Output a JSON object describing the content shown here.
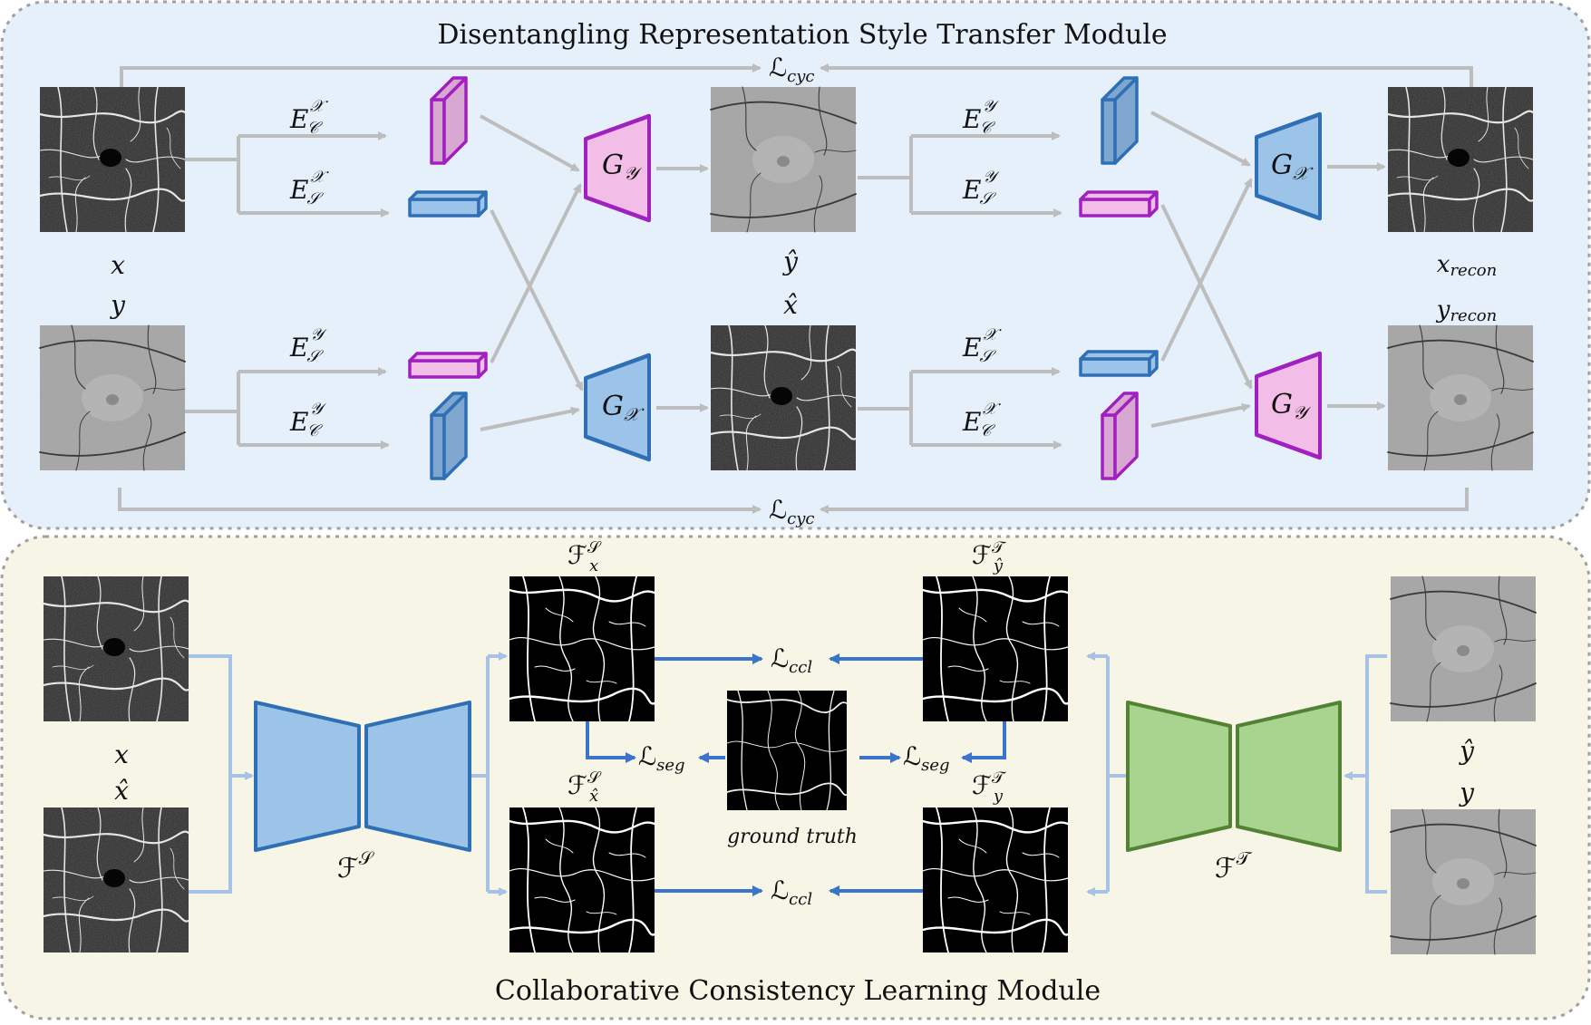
{
  "modules": {
    "top_title": "Disentangling Representation Style Transfer Module",
    "bottom_title": "Collaborative Consistency Learning Module"
  },
  "colors": {
    "top_bg": "#e6f0fb",
    "bottom_bg": "#f6f5e6",
    "blue_fill": "#9cc3e8",
    "blue_stroke": "#2e6fb5",
    "pink_fill": "#f2bde6",
    "purple_stroke": "#a020c0",
    "green_fill": "#a8d48f",
    "green_stroke": "#548235",
    "gray_arrow": "#bdbdbd",
    "light_blue_arrow": "#a8c2e6",
    "dark_blue_arrow": "#3b74c8"
  },
  "top": {
    "x": "x",
    "y": "y",
    "y_hat": "ŷ",
    "x_hat": "x̂",
    "recon": "recon",
    "L": "ℒ",
    "cyc": "cyc",
    "E": "E",
    "C": "𝒞",
    "S": "𝒮",
    "X": "𝒳",
    "Y": "𝒴",
    "G": "G"
  },
  "bottom": {
    "L": "ℒ",
    "ccl": "ccl",
    "seg": "seg",
    "F": "ℱ",
    "S": "𝒮",
    "T": "𝒯",
    "x": "x",
    "y": "y",
    "x_hat": "x̂",
    "y_hat": "ŷ",
    "ground_truth": "ground truth"
  }
}
